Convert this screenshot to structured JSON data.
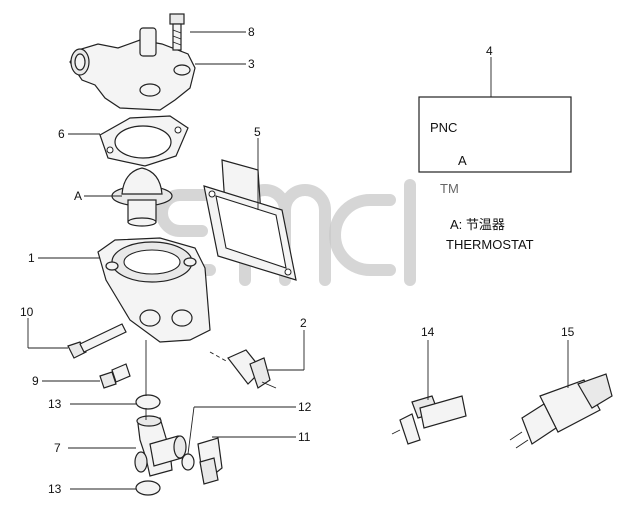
{
  "callouts": {
    "c1": "1",
    "c2": "2",
    "c3": "3",
    "c4": "4",
    "c5": "5",
    "c6": "6",
    "c7": "7",
    "c8": "8",
    "c9": "9",
    "c10": "10",
    "c11": "11",
    "c12": "12",
    "c13a": "13",
    "c13b": "13",
    "c14": "14",
    "c15": "15",
    "cA": "A"
  },
  "pnc_box": {
    "title": "PNC",
    "letter": "A"
  },
  "legend": {
    "line1": "A: 节温器",
    "line2": "THERMOSTAT"
  },
  "watermark": {
    "tm": "TM"
  }
}
